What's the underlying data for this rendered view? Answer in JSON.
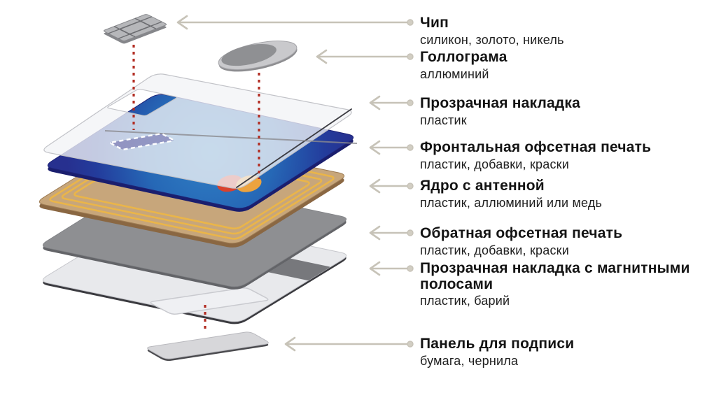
{
  "diagram": {
    "kind": "exploded-layers-diagram",
    "subject": "payment-card-layers"
  },
  "labels": [
    {
      "id": "chip",
      "title": "Чип",
      "materials": "силикон, золото, никель"
    },
    {
      "id": "hologram",
      "title": "Голлограма",
      "materials": "аллюминий"
    },
    {
      "id": "clear-overlay",
      "title": "Прозрачная накладка",
      "materials": "пластик"
    },
    {
      "id": "front-print",
      "title": "Фронтальная офсетная печать",
      "materials": "пластик, добавки, краски"
    },
    {
      "id": "core-antenna",
      "title": "Ядро с антенной",
      "materials": "пластик, аллюминий или медь"
    },
    {
      "id": "back-print",
      "title": "Обратная офсетная печать",
      "materials": "пластик, добавки, краски"
    },
    {
      "id": "magnetic-overlay",
      "title": "Прозрачная накладка с магнитными полосами",
      "materials": "пластик, барий"
    },
    {
      "id": "signature-panel",
      "title": "Панель для подписи",
      "materials": "бумага, чернила"
    }
  ],
  "colors": {
    "background": "#ffffff",
    "label_title": "#141414",
    "label_materials": "#1f1f1f",
    "leader_line": "#c7c3b8",
    "leader_bullet": "#d2cec3",
    "guide_dash_red": "#b22c22",
    "chip_face": "#b6b7ba",
    "chip_lines": "#6d6e72",
    "hologram_outer": "#c9c9cc",
    "hologram_inner": "#8f9093",
    "overlay_face": "#f2f3f6",
    "front_print_center": "#3181c6",
    "front_print_edge": "#27308f",
    "mastercard_red": "#d9422e",
    "mastercard_orange": "#eca33e",
    "core_face": "#c7a67b",
    "core_side": "#8a6742",
    "antenna_gold": "#eab549",
    "back_print_face": "#8e8f92",
    "magnetic_overlay_face": "#e8e9ec",
    "magnetic_stripe": "#77787c",
    "signature_panel_face": "#d7d7da"
  }
}
